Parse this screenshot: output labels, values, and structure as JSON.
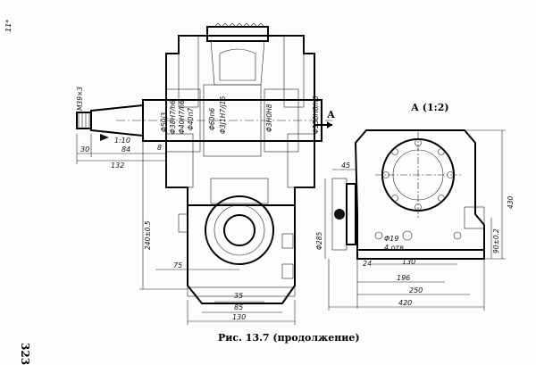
{
  "caption": "Рис. 13.7 (продолжение)",
  "page_number": "323",
  "margin_mark": "11*",
  "view_title": "А (1:2)",
  "section_mark": "А",
  "dims": {
    "m39": "M39×3",
    "taper": "1:10",
    "d30": "30",
    "d84": "84",
    "d132": "132",
    "d8": "8",
    "phi50": "Φ50j3",
    "phi38": "Φ38H7/h6",
    "phi40": "Φ40H7/h6",
    "phi40b": "Φ40п7",
    "phi60": "Φ60п6",
    "phi3": "Φ3J1H7/j16",
    "phi3b": "Φ3H0H8",
    "phi150": "Φ150H6/n6",
    "d240": "240±0.5",
    "d75": "75",
    "d35": "35",
    "d85": "85",
    "d130": "130",
    "d45": "45",
    "phi285": "Φ285",
    "phi19": "Φ19",
    "holes": "4 отв",
    "d24": "24",
    "d130b": "130",
    "d196": "196",
    "d250": "250",
    "d420": "420",
    "d430": "430",
    "d90": "90±0.2"
  }
}
